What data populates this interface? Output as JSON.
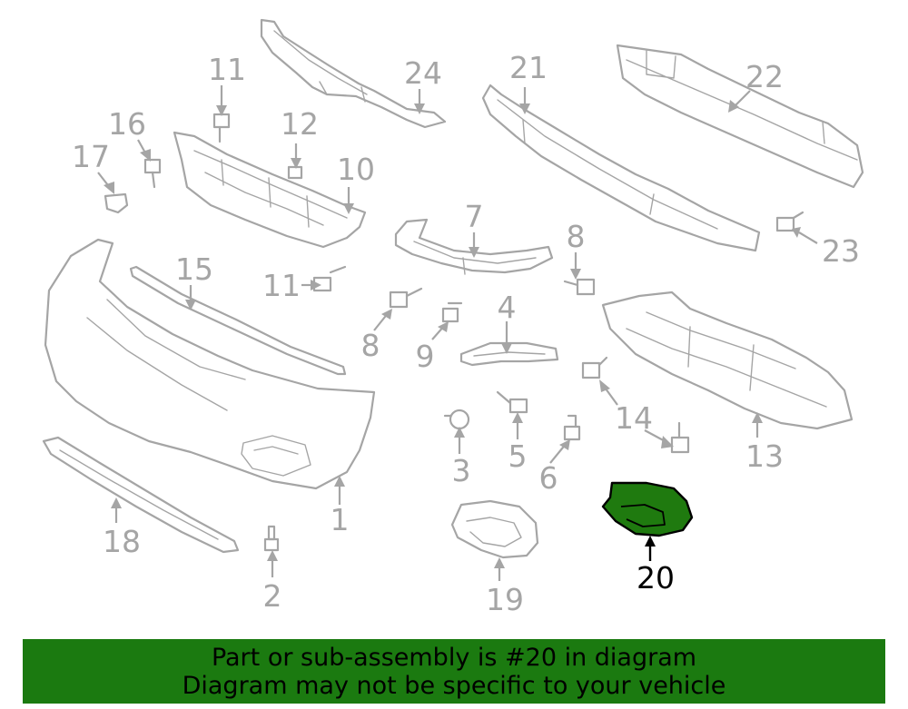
{
  "callouts": [
    {
      "id": "1",
      "label": "1"
    },
    {
      "id": "2",
      "label": "2"
    },
    {
      "id": "3",
      "label": "3"
    },
    {
      "id": "4",
      "label": "4"
    },
    {
      "id": "5",
      "label": "5"
    },
    {
      "id": "6",
      "label": "6"
    },
    {
      "id": "7",
      "label": "7"
    },
    {
      "id": "8a",
      "label": "8"
    },
    {
      "id": "8b",
      "label": "8"
    },
    {
      "id": "9",
      "label": "9"
    },
    {
      "id": "10",
      "label": "10"
    },
    {
      "id": "11a",
      "label": "11"
    },
    {
      "id": "11b",
      "label": "11"
    },
    {
      "id": "12",
      "label": "12"
    },
    {
      "id": "13",
      "label": "13"
    },
    {
      "id": "14",
      "label": "14"
    },
    {
      "id": "15",
      "label": "15"
    },
    {
      "id": "16",
      "label": "16"
    },
    {
      "id": "17",
      "label": "17"
    },
    {
      "id": "18",
      "label": "18"
    },
    {
      "id": "19",
      "label": "19"
    },
    {
      "id": "20",
      "label": "20"
    },
    {
      "id": "21",
      "label": "21"
    },
    {
      "id": "22",
      "label": "22"
    },
    {
      "id": "23",
      "label": "23"
    },
    {
      "id": "24",
      "label": "24"
    }
  ],
  "highlight": {
    "part_label": "20",
    "fill_color": "#1f7a0f",
    "outline_color": "#000000"
  },
  "banner": {
    "line1": "Part or sub-assembly is #20 in diagram",
    "line2": "Diagram may not be specific to your vehicle",
    "background": "#1b7a10"
  },
  "colors": {
    "linework": "#a5a5a5",
    "background": "#ffffff"
  }
}
